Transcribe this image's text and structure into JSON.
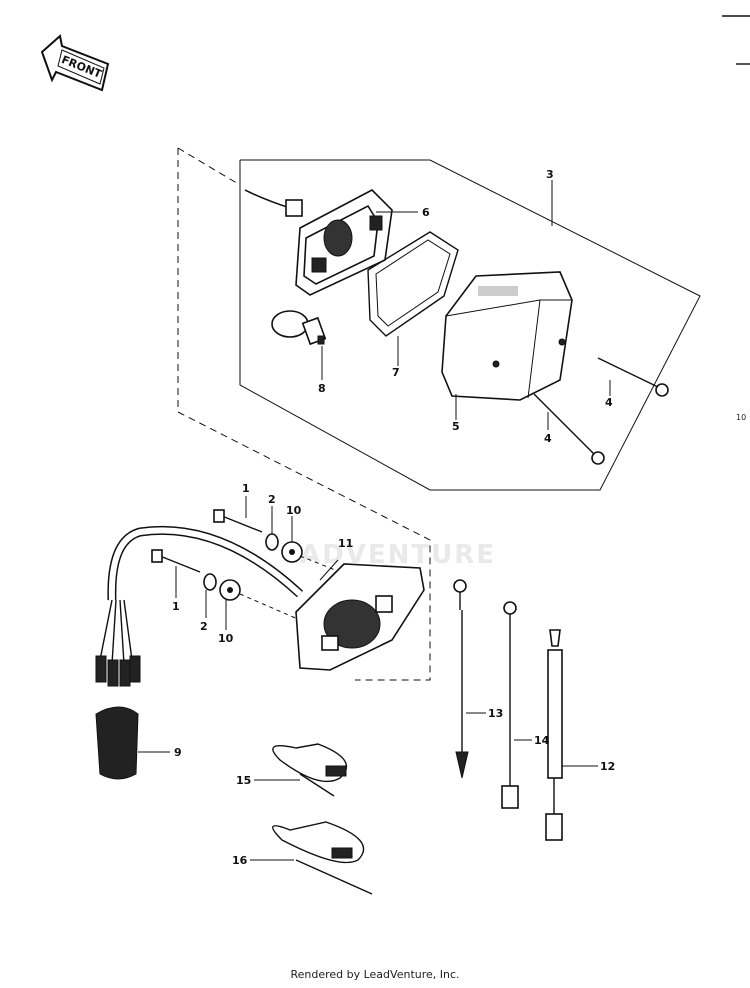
{
  "front_arrow": {
    "text": "FRONT"
  },
  "page_ref": "10",
  "watermark": "ADVENTURE",
  "callouts": {
    "c1a": "1",
    "c1b": "1",
    "c2a": "2",
    "c2b": "2",
    "c3": "3",
    "c4a": "4",
    "c4b": "4",
    "c5": "5",
    "c6": "6",
    "c7": "7",
    "c8": "8",
    "c9": "9",
    "c10a": "10",
    "c10b": "10",
    "c11": "11",
    "c12": "12",
    "c13": "13",
    "c14": "14",
    "c15": "15",
    "c16": "16"
  },
  "footer": {
    "text": "Rendered by LeadVenture, Inc."
  }
}
